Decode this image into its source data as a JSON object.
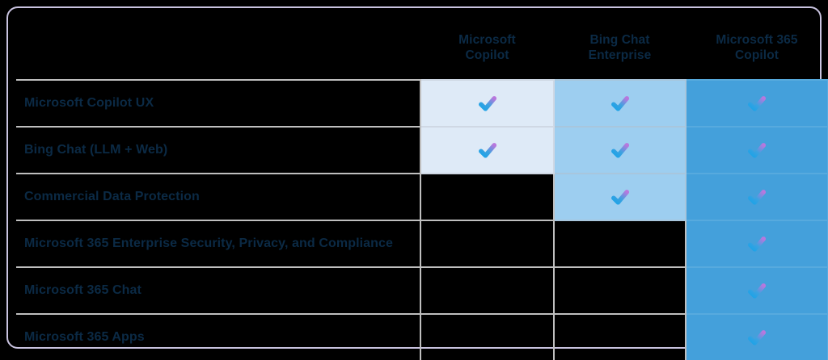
{
  "table": {
    "feature_column_header": "",
    "columns": [
      {
        "id": "copilot",
        "label_line1": "Microsoft",
        "label_line2": "Copilot"
      },
      {
        "id": "bing_chat_enterprise",
        "label_line1": "Bing Chat",
        "label_line2": "Enterprise"
      },
      {
        "id": "m365_copilot",
        "label_line1": "Microsoft 365",
        "label_line2": "Copilot"
      }
    ],
    "rows": [
      {
        "feature": "Microsoft Copilot UX",
        "values": [
          true,
          true,
          true
        ]
      },
      {
        "feature": "Bing Chat (LLM + Web)",
        "values": [
          true,
          true,
          true
        ]
      },
      {
        "feature": "Commercial Data Protection",
        "values": [
          false,
          true,
          true
        ]
      },
      {
        "feature": "Microsoft 365 Enterprise Security, Privacy, and Compliance",
        "values": [
          false,
          false,
          true
        ]
      },
      {
        "feature": "Microsoft 365 Chat",
        "values": [
          false,
          false,
          true
        ]
      },
      {
        "feature": "Microsoft 365 Apps",
        "values": [
          false,
          false,
          true
        ]
      }
    ],
    "icons": {
      "check": "check-icon"
    },
    "colors": {
      "frame_border": "#c9c3e0",
      "grid_border": "#bfbfbf",
      "text": "#0b2a45",
      "tier_1_fill": "#deeaf7",
      "tier_2_fill": "#9dcef0",
      "tier_3_fill": "#44a0db",
      "check_gradient_start": "#2aa8e8",
      "check_gradient_end": "#b06fd8"
    }
  }
}
